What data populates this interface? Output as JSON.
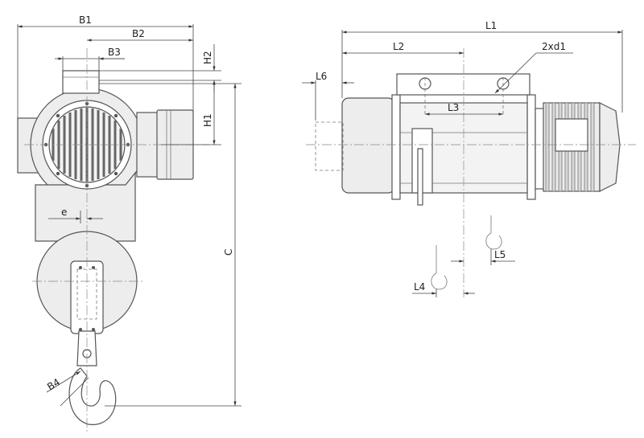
{
  "labels": {
    "B1": "B1",
    "B2": "B2",
    "B3": "B3",
    "H2": "H2",
    "H1": "H1",
    "C": "C",
    "e": "e",
    "B4": "B4",
    "L1": "L1",
    "L2": "L2",
    "L3": "L3",
    "L4": "L4",
    "L5": "L5",
    "L6": "L6",
    "hole": "2xd1"
  }
}
